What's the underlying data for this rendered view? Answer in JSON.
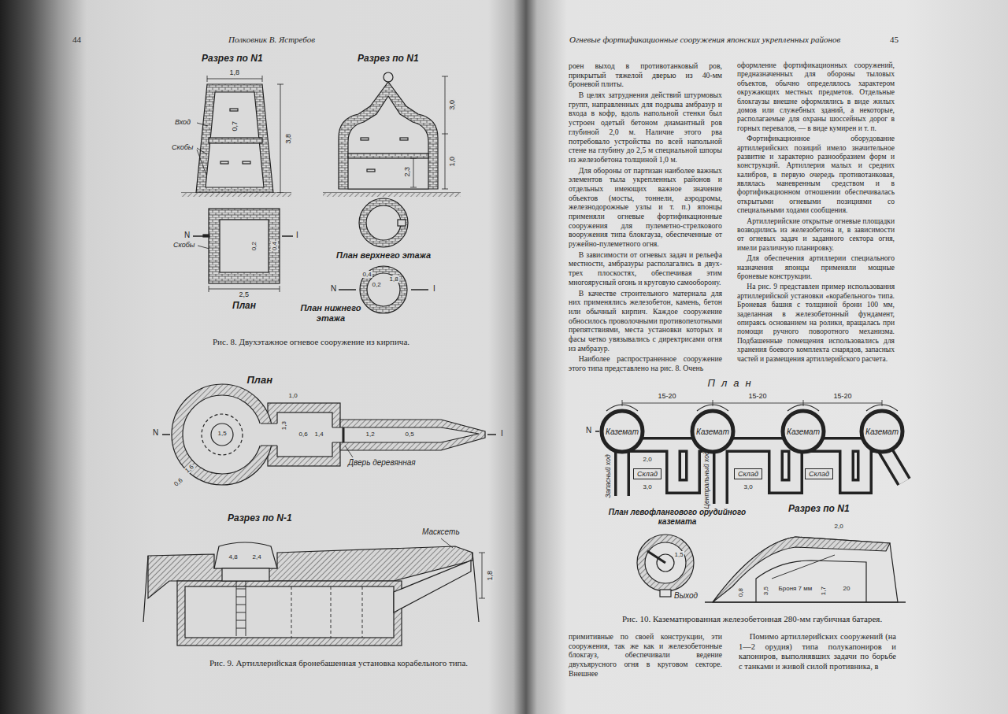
{
  "diagram": {
    "nodes": [
      {
        "text": [
          "Каземат"
        ]
      },
      {
        "text": [
          "Каземат"
        ]
      },
      {
        "text": [
          "Каземат"
        ]
      },
      {
        "text": [
          "Каземат"
        ]
      },
      {
        "text": [
          "Склад"
        ]
      },
      {
        "text": [
          "Склад"
        ]
      },
      {
        "text": [
          "Склад"
        ]
      }
    ],
    "labels": [
      "44",
      "Полковник В. Ястребов",
      "Огневые фортификационные сооружения японских укрепленных районов",
      "45",
      "Разрез по N1",
      "1,8",
      "Вход",
      "0,7",
      "Скобы",
      "3,8",
      "Разрез по N1",
      "3,0",
      "2,3",
      "1,0",
      "N",
      "Скобы",
      "0,2",
      "0,4",
      "I",
      "2,5",
      "План",
      "План верхнего этажа",
      "0,4",
      "0,2",
      "1,8",
      "N",
      "I",
      "План нижнего этажа",
      "Рис. 8. Двухэтажное огневое сооружение из кирпича.",
      "План",
      "N",
      "1,6",
      "0,6",
      "1,5",
      "1,3",
      "1,0",
      "0,6",
      "1,4",
      "1,2",
      "0,5",
      "I",
      "Дверь деревянная",
      "Разрез по N-1",
      "Масксеть",
      "4,8",
      "2,4",
      "1,8",
      "Рис. 9. Артиллерийская бронебашенная установка корабельного типа.",
      "роен выход в противотанковый ров, прикрытый тяжелой дверью из 40-мм броневой плиты.",
      "В целях затруднения действий штурмовых групп, направленных для подрыва амбразур и входа в кофр, вдоль напольной стенки был устроен одетый бетоном диамантный ров глубиной 2,0 м. Наличие этого рва потребовало устройства по всей напольной стене на глубину до 2,5 м специальной шпоры из железобетона толщиной 1,0 м.",
      "Для обороны от партизан наиболее важных элементов тыла укрепленных районов и отдельных имеющих важное значение объектов (мосты, тоннели, аэродромы, железнодорожные узлы и т. п.) японцы применяли огневые фортификационные сооружения для пулеметно-стрелкового вооружения типа блокгауза, обеспеченные от ружейно-пулеметного огня.",
      "В зависимости от огневых задач и рельефа местности, амбразуры располагались в двух-трех плоскостях, обеспечивая этим многоярусный огонь и круговую самооборону.",
      "В качестве строительного материала для них применялись железобетон, камень, бетон или обычный кирпич. Каждое сооружение обносилось проволочными противопехотными препятствиями, места установки которых и фасы четко увязывались с директрисами огня из амбразур.",
      "Наиболее распространенное сооружение этого типа представлено на рис. 8. Очень",
      "оформление фортификационных сооружений, предназначенных для обороны тыловых объектов, обычно определялось характером окружающих местных предметов. Отдельные блокгаузы внешне оформлялись в виде жилых домов или служебных зданий, а некоторые, располагаемые для охраны шоссейных дорог в горных перевалов, — в виде кумирен и т. п.",
      "Фортификационное оборудование артиллерийских позиций имело значительное развитие и характерно разнообразием форм и конструкций. Артиллерия малых и средних калибров, в первую очередь противотанковая, являлась маневренным средством и в фортификационном отношении обеспечивалась открытыми огневыми позициями со специальными ходами сообщения.",
      "Артиллерийские открытые огневые площадки возводились из железобетона и, в зависимости от огневых задач и заданного сектора огня, имели различную планировку.",
      "Для обеспечения артиллерии специального назначения японцы применяли мощные броневые конструкции.",
      "На рис. 9 представлен пример использования артиллерийской установки «корабельного» типа. Броневая башня с толщиной брони 100 мм, заделанная в железобетонный фундамент, опираясь основанием на ролики, вращалась при помощи ручного поворотного механизма. Подбашенные помещения использовались для хранения боевого комплекта снарядов, запасных частей и размещения артиллерийского расчета.",
      "План",
      "15-20",
      "15-20",
      "15-20",
      "N",
      "Запасный ход",
      "3,0",
      "Центральный ход",
      "3,0",
      "2,0",
      "План левофлангового орудийного каземата",
      "1,5",
      "Выход",
      "Разрез по N1",
      "2,0",
      "0,8",
      "3,5",
      "Броня 7 мм",
      "1,7",
      "20",
      "Рис. 10. Казематированная железобетонная 280-мм гаубичная батарея.",
      "примитивные по своей конструкции, эти сооружения, так же как и железобетонные блокгауз, обеспечивали ведение двухъярусного огня в круговом секторе. Внешнее",
      "Помимо артиллерийских сооружений (на 1—2 орудия) типа полукапониров и капониров, выполнявших задачи по борьбе с танками и живой силой противника, в"
    ]
  }
}
